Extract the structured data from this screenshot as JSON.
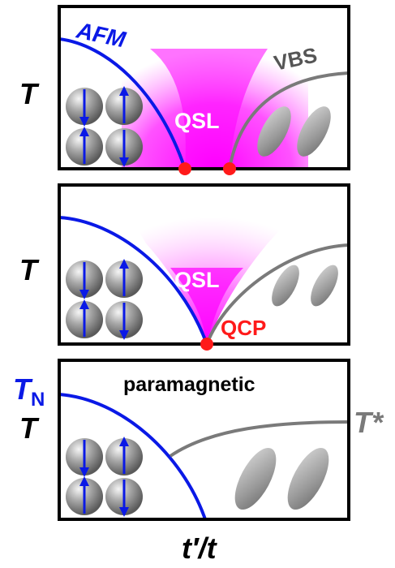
{
  "panels": [
    {
      "y_label": "T",
      "afm_label": "AFM",
      "vbs_label": "VBS",
      "qsl_label": "QSL"
    },
    {
      "y_label": "T",
      "qsl_label": "QSL",
      "qcp_label": "QCP"
    },
    {
      "y_label": "T",
      "tn_main": "T",
      "tn_sub": "N",
      "para_label": "paramagnetic",
      "tstar_label": "T*"
    }
  ],
  "x_label": "t′/t",
  "colors": {
    "afm_line": "#0a19e6",
    "vbs_line": "#7a7a7a",
    "qsl_fill": "#ff00ff",
    "critical_point": "#ff1a1a",
    "frame": "#000000"
  }
}
